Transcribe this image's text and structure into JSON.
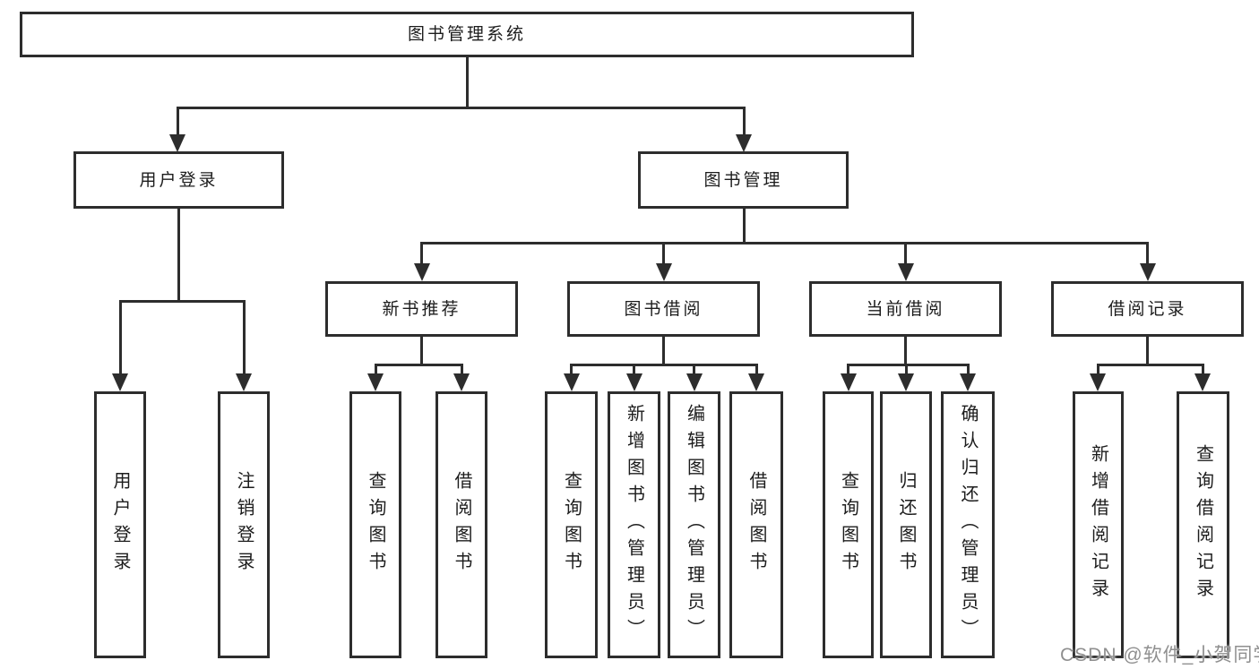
{
  "tree": {
    "root": {
      "label": "图书管理系统"
    },
    "branches": [
      {
        "label": "用户登录",
        "leaves": [
          "用户登录",
          "注销登录"
        ]
      },
      {
        "label": "图书管理",
        "groups": [
          {
            "label": "新书推荐",
            "leaves": [
              "查询图书",
              "借阅图书"
            ]
          },
          {
            "label": "图书借阅",
            "leaves": [
              "查询图书",
              "新增图书（管理员）",
              "编辑图书（管理员）",
              "借阅图书"
            ]
          },
          {
            "label": "当前借阅",
            "leaves": [
              "查询图书",
              "归还图书",
              "确认归还（管理员）"
            ]
          },
          {
            "label": "借阅记录",
            "leaves": [
              "新增借阅记录",
              "查询借阅记录"
            ]
          }
        ]
      }
    ]
  },
  "watermark": "CSDN @软件_小贺同学",
  "colors": {
    "line": "#2d2d2d",
    "text": "#1c1c1c",
    "background": "#ffffff",
    "watermark": "#8f8f8f"
  }
}
